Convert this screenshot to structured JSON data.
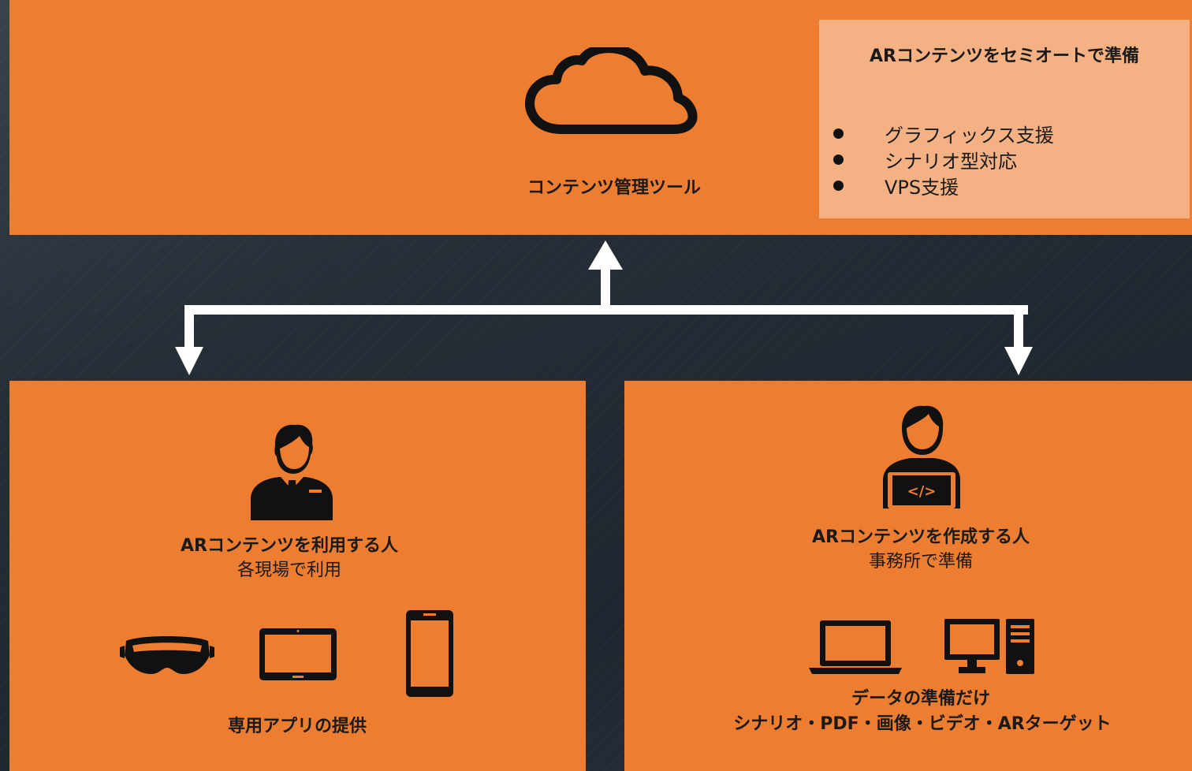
{
  "colors": {
    "panel": "#ed7d31",
    "feature_box": "#f4b183",
    "background": "#262e38",
    "arrow": "#ffffff",
    "text": "#1a1a1a"
  },
  "top_panel": {
    "icon": "cloud-icon",
    "label": "コンテンツ管理ツール",
    "features": {
      "title": "ARコンテンツをセミオートで準備",
      "items": [
        "グラフィックス支援",
        "シナリオ型対応",
        "VPS支援"
      ]
    }
  },
  "connector": {
    "icon": "bidirectional-arrow"
  },
  "left_panel": {
    "person_icon": "businessman-icon",
    "title": "ARコンテンツを利用する人",
    "subtitle": "各現場で利用",
    "device_icons": [
      "headset-icon",
      "tablet-icon",
      "smartphone-icon"
    ],
    "footer": "専用アプリの提供"
  },
  "right_panel": {
    "person_icon": "developer-icon",
    "title": "ARコンテンツを作成する人",
    "subtitle": "事務所で準備",
    "device_icons": [
      "laptop-icon",
      "desktop-icon"
    ],
    "footer_line1": "データの準備だけ",
    "footer_line2": "シナリオ・PDF・画像・ビデオ・ARターゲット"
  }
}
